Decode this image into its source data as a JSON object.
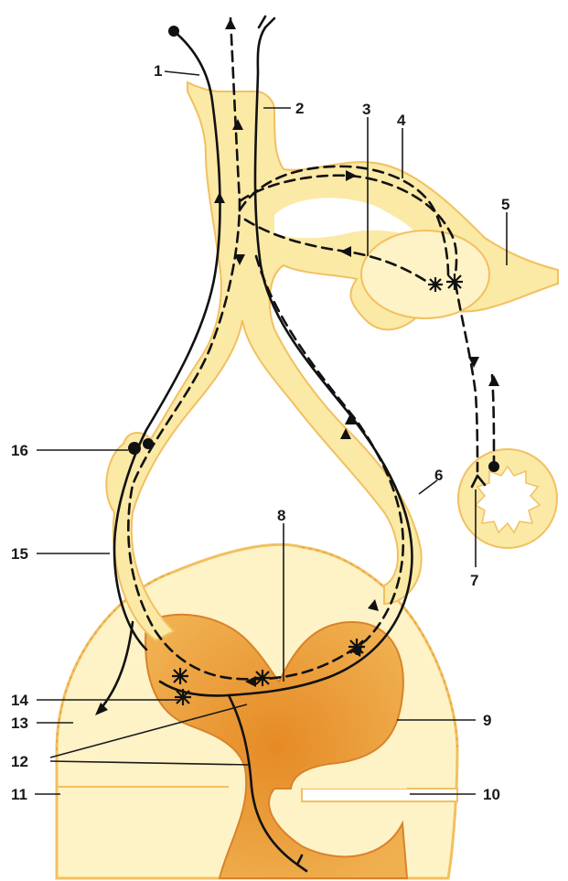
{
  "labels": {
    "l1": "1",
    "l2": "2",
    "l3": "3",
    "l4": "4",
    "l5": "5",
    "l6": "6",
    "l7": "7",
    "l8": "8",
    "l9": "9",
    "l10": "10",
    "l11": "11",
    "l12": "12",
    "l13": "13",
    "l14": "14",
    "l15": "15",
    "l16": "16"
  },
  "colors": {
    "nerve_fill": "#fbe9a6",
    "nerve_edge": "#f2c060",
    "cord_white": "#fdf3c6",
    "cord_grey": "#e89a34",
    "cord_grey_dark": "#d9822a",
    "fiber": "#111111"
  }
}
